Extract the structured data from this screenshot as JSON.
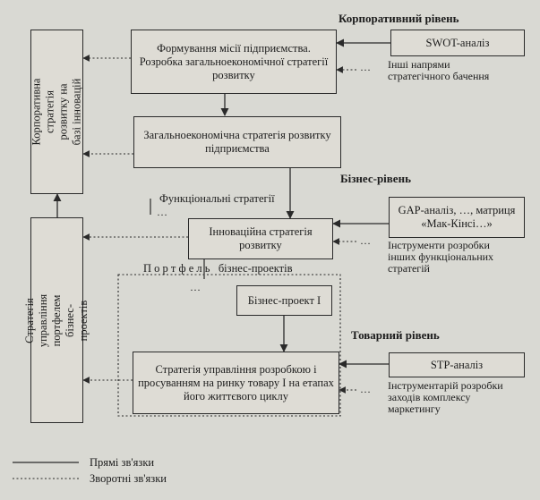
{
  "levels": {
    "corporate": "Корпоративний рівень",
    "business": "Бізнес-рівень",
    "product": "Товарний рівень"
  },
  "boxes": {
    "mission": "Формування місії підприємства. Розробка загальноекономічної стратегії розвитку",
    "general_strategy": "Загальноекономічна стратегія розвитку підприємства",
    "innovation_strategy": "Інноваційна стратегія розвитку",
    "business_project": "Бізнес-проект I",
    "product_strategy": "Стратегія управління розробкою і просуванням на ринку товару I на етапах його життєвого циклу",
    "swot": "SWOT-аналіз",
    "gap": "GAP-аналіз, …, матриця «Мак-Кінсі…»",
    "stp": "STP-аналіз",
    "corp_innovation": "Корпоративна стратегія розвитку на базі інновацій",
    "portfolio_management": "Стратегія управління портфелем бізнес-проектів"
  },
  "notes": {
    "other_directions": "Інші напрями стратегічного бачення",
    "other_functional": "Інструменти розробки інших функціональних стратегій",
    "marketing_tools": "Інструментарій розробки заходів комплексу маркетингу",
    "functional_strategies": "Функціональні стратегії",
    "portfolio": "П о р т ф е л ь   бізнес-проектів",
    "ellipsis": "…"
  },
  "legend": {
    "direct": "Прямі зв'язки",
    "feedback": "Зворотні зв'язки"
  }
}
